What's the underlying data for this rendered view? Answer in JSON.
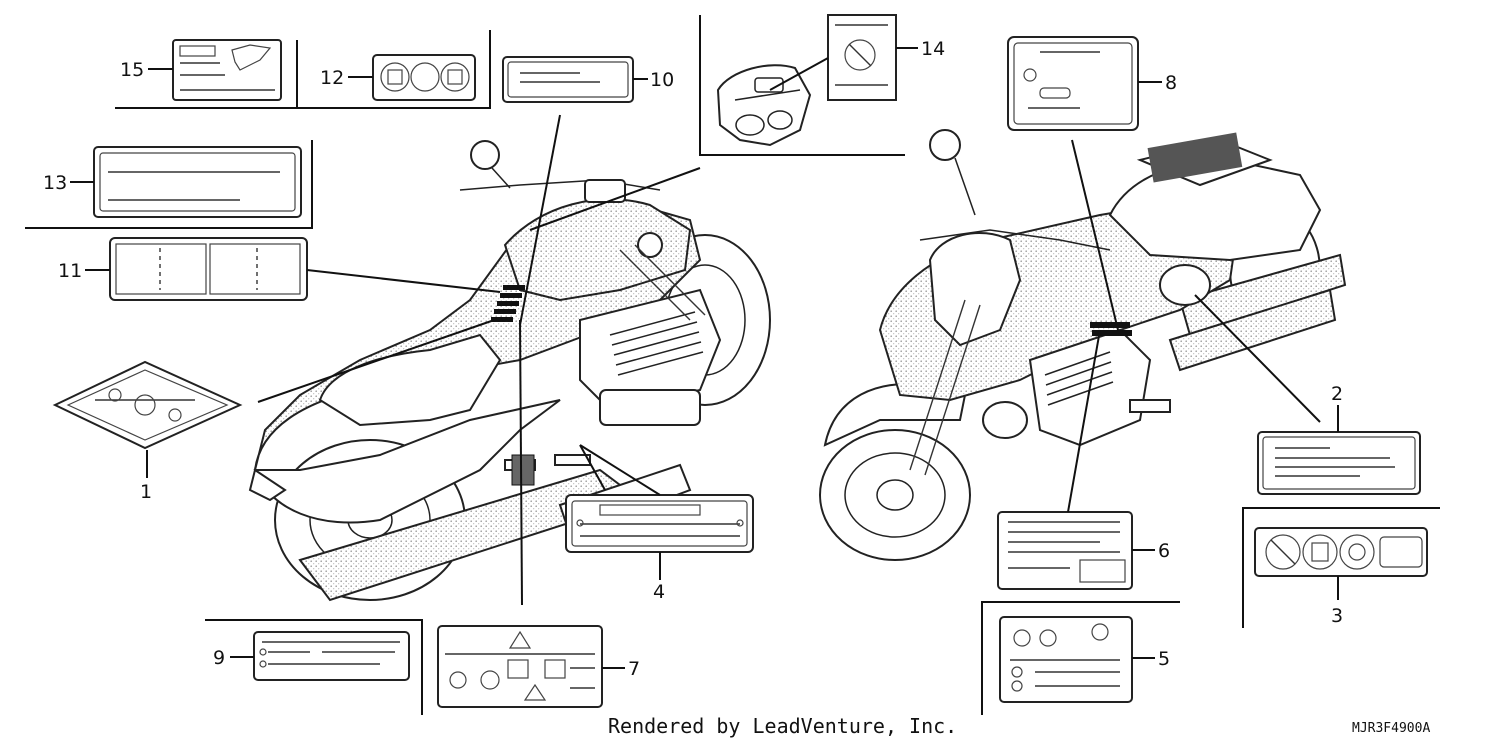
{
  "diagram": {
    "callouts": [
      "1",
      "2",
      "3",
      "4",
      "5",
      "6",
      "7",
      "8",
      "9",
      "10",
      "11",
      "12",
      "13",
      "14",
      "15"
    ],
    "footer_credit": "Rendered by LeadVenture, Inc.",
    "part_code": "MJR3F4900A"
  }
}
